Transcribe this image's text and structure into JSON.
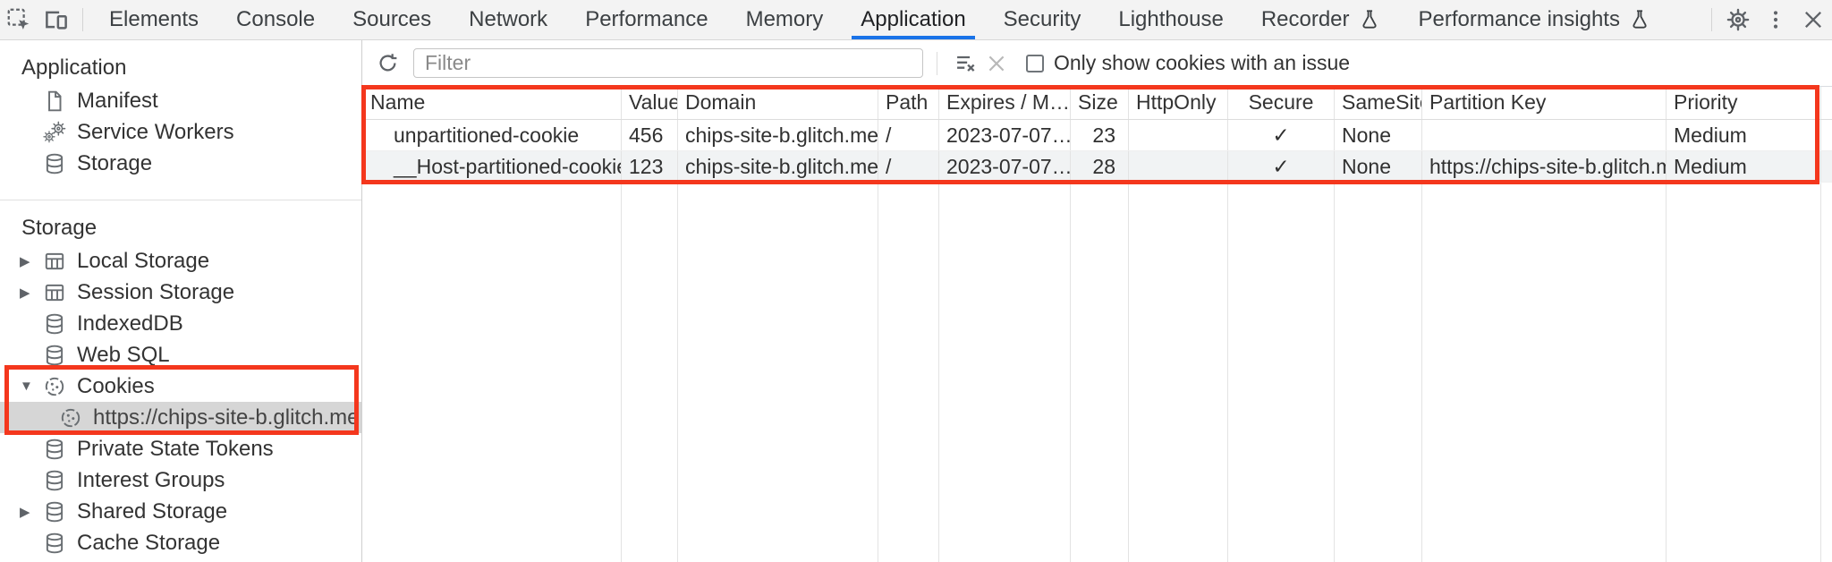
{
  "tabbar": {
    "tabs": [
      {
        "label": "Elements"
      },
      {
        "label": "Console"
      },
      {
        "label": "Sources"
      },
      {
        "label": "Network"
      },
      {
        "label": "Performance"
      },
      {
        "label": "Memory"
      },
      {
        "label": "Application"
      },
      {
        "label": "Security"
      },
      {
        "label": "Lighthouse"
      },
      {
        "label": "Recorder",
        "experimental": true
      },
      {
        "label": "Performance insights",
        "experimental": true
      }
    ],
    "active_tab": "Application"
  },
  "sidebar": {
    "sections": [
      {
        "title": "Application",
        "items": [
          {
            "label": "Manifest",
            "icon": "document-icon"
          },
          {
            "label": "Service Workers",
            "icon": "service-workers-icon"
          },
          {
            "label": "Storage",
            "icon": "database-icon"
          }
        ]
      },
      {
        "title": "Storage",
        "items": [
          {
            "label": "Local Storage",
            "icon": "table-icon",
            "state": "collapsed"
          },
          {
            "label": "Session Storage",
            "icon": "table-icon",
            "state": "collapsed"
          },
          {
            "label": "IndexedDB",
            "icon": "database-icon"
          },
          {
            "label": "Web SQL",
            "icon": "database-icon"
          },
          {
            "label": "Cookies",
            "icon": "cookie-icon",
            "state": "expanded"
          },
          {
            "label": "https://chips-site-b.glitch.me",
            "icon": "cookie-icon",
            "selected": true
          },
          {
            "label": "Private State Tokens",
            "icon": "database-icon"
          },
          {
            "label": "Interest Groups",
            "icon": "database-icon"
          },
          {
            "label": "Shared Storage",
            "icon": "database-icon",
            "state": "collapsed"
          },
          {
            "label": "Cache Storage",
            "icon": "database-icon"
          }
        ]
      }
    ]
  },
  "toolbar": {
    "filter_placeholder": "Filter",
    "filter_value": "",
    "checkbox_label": "Only show cookies with an issue",
    "checkbox_checked": false
  },
  "cookie_table": {
    "columns": [
      "Name",
      "Value",
      "Domain",
      "Path",
      "Expires / M…",
      "Size",
      "HttpOnly",
      "Secure",
      "SameSite",
      "Partition Key",
      "Priority"
    ],
    "rows": [
      {
        "name": "unpartitioned-cookie",
        "value": "456",
        "domain": "chips-site-b.glitch.me",
        "path": "/",
        "expires": "2023-07-07…",
        "size": "23",
        "http_only": "",
        "secure": "✓",
        "same_site": "None",
        "partition_key": "",
        "priority": "Medium"
      },
      {
        "name": "__Host-partitioned-cookie",
        "value": "123",
        "domain": "chips-site-b.glitch.me",
        "path": "/",
        "expires": "2023-07-07…",
        "size": "28",
        "http_only": "",
        "secure": "✓",
        "same_site": "None",
        "partition_key": "https://chips-site-b.glitch.me",
        "priority": "Medium"
      }
    ]
  },
  "glyphs": {
    "collapsed_triangle": "▶",
    "expanded_triangle": "▼"
  },
  "colors": {
    "accent_blue": "#1a73e8",
    "annotation_red": "#f4371d",
    "selected_gray": "#d6d6d6",
    "row_stripe": "#f1f3f4",
    "icon_gray": "#5f6368"
  }
}
